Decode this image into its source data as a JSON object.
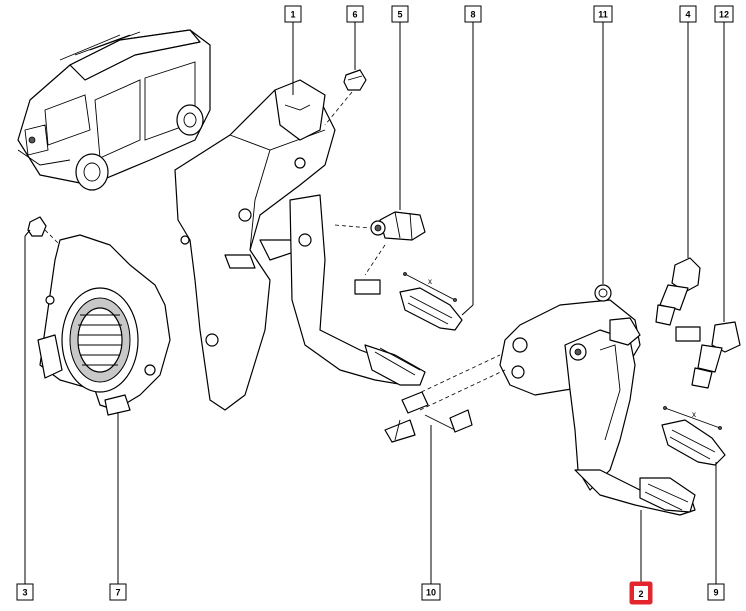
{
  "callouts": [
    {
      "id": "c1",
      "label": "1"
    },
    {
      "id": "c6",
      "label": "6"
    },
    {
      "id": "c5",
      "label": "5"
    },
    {
      "id": "c8",
      "label": "8"
    },
    {
      "id": "c11",
      "label": "11"
    },
    {
      "id": "c4",
      "label": "4"
    },
    {
      "id": "c12",
      "label": "12"
    },
    {
      "id": "c3",
      "label": "3"
    },
    {
      "id": "c7",
      "label": "7"
    },
    {
      "id": "c10",
      "label": "10"
    },
    {
      "id": "c2",
      "label": "2",
      "highlighted": true
    },
    {
      "id": "c9",
      "label": "9"
    }
  ],
  "dimension_symbol": "x",
  "highlight_color": "#e3262e"
}
